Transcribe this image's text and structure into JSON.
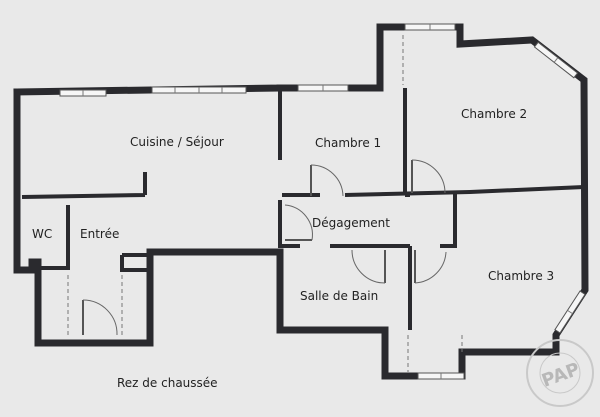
{
  "rooms": {
    "cuisine": "Cuisine / Séjour",
    "chambre1": "Chambre 1",
    "chambre2": "Chambre 2",
    "chambre3": "Chambre 3",
    "degagement": "Dégagement",
    "salle_de_bain": "Salle de Bain",
    "wc": "WC",
    "entree": "Entrée"
  },
  "level_label": "Rez de chaussée",
  "watermark": {
    "logo_text": "PAP",
    "ring_text": "DE PARTICULIER A PARTICULIER"
  },
  "colors": {
    "background": "#e9e9e9",
    "wall": "#2a2a2e"
  }
}
